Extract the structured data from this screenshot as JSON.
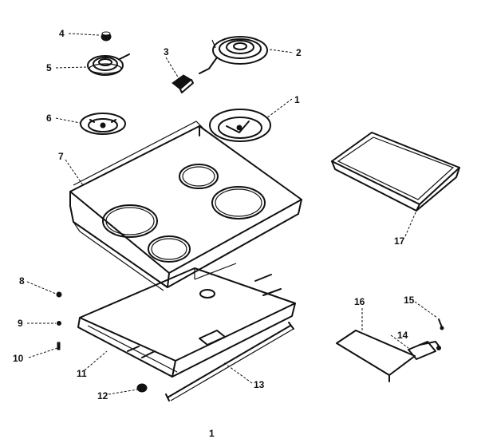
{
  "callouts": {
    "c1": "1",
    "c2": "2",
    "c3": "3",
    "c4": "4",
    "c5": "5",
    "c6": "6",
    "c7": "7",
    "c8": "8",
    "c9": "9",
    "c10": "10",
    "c11": "11",
    "c12": "12",
    "c13": "13",
    "c14": "14",
    "c15": "15",
    "c16": "16",
    "c17": "17"
  },
  "footer": {
    "page_mark": "1"
  }
}
